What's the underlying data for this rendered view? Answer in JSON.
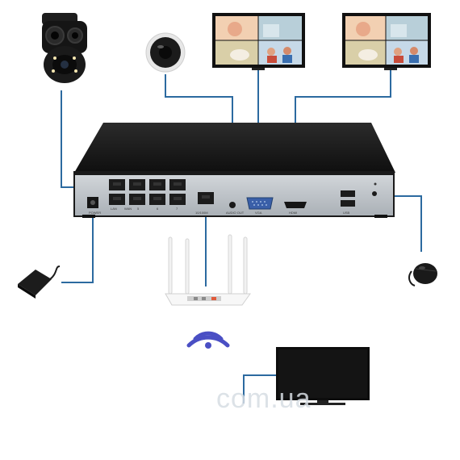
{
  "panel_labels": {
    "power": "POWER",
    "lan": "LAN",
    "wan": "WAN",
    "port_5": "5",
    "port_6": "6",
    "port_7": "7",
    "uplink": "10/100M",
    "audio": "AUDIO OUT",
    "vga": "VGA",
    "hdmi": "HDMI",
    "usb": "USB"
  },
  "watermark": "com.ua",
  "colors": {
    "cable": "#2c6aa0",
    "nvr_body": "#1a1a1a",
    "nvr_panel": "#c2c7cc",
    "wifi": "#4a4fc4"
  }
}
